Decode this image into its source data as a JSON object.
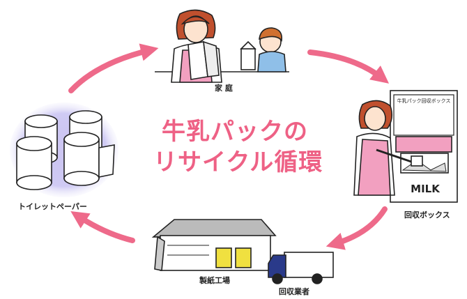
{
  "title": {
    "line1": "牛乳パックの",
    "line2": "リサイクル循環"
  },
  "stages": {
    "home": {
      "label": "家 庭"
    },
    "box": {
      "label": "回収ボックス",
      "box_header": "牛乳パック回収ボックス",
      "milk": "MILK"
    },
    "collector": {
      "label": "回収業者"
    },
    "factory": {
      "label": "製紙工場"
    },
    "tissue": {
      "label": "トイレットペーパー"
    }
  },
  "colors": {
    "arrow": "#ee6a8a",
    "title": "#ee6185",
    "apron": "#f2a0c0",
    "hair": "#c0502e",
    "truck": "#2a3a8a",
    "door": "#f0e040"
  },
  "icons": [
    "recycle-arrow-icon",
    "milk-carton-icon",
    "toilet-roll-icon",
    "truck-icon",
    "factory-icon"
  ]
}
